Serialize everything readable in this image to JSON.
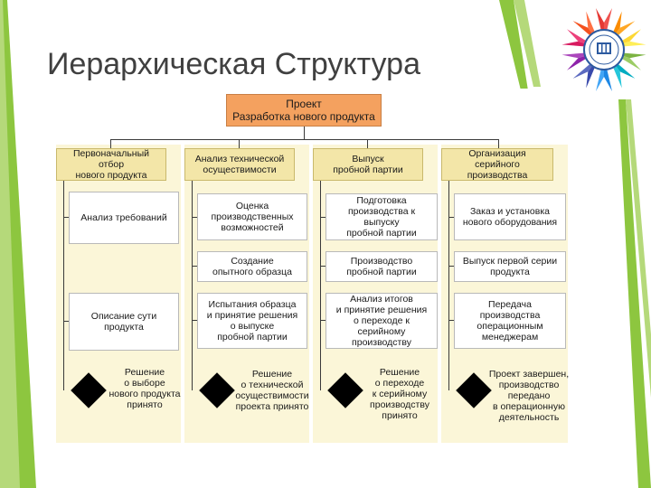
{
  "slide": {
    "title": "Иерархическая Структура"
  },
  "colors": {
    "accent_green": "#8dc63f",
    "root_fill": "#f4a15f",
    "header_fill": "#f3e6a8"
  },
  "logo": {
    "icon": "rainbow-flower-logo"
  },
  "diagram": {
    "root": "Проект\nРазработка нового продукта",
    "columns": [
      {
        "header": "Первоначальный отбор\nнового продукта",
        "items": [
          "Анализ требований",
          "Описание сути\nпродукта"
        ],
        "decision": "Решение\nо выборе\nнового продукта\nпринято"
      },
      {
        "header": "Анализ технической\nосуществимости",
        "items": [
          "Оценка\nпроизводственных\nвозможностей",
          "Создание\nопытного образца",
          "Испытания образца\nи принятие решения\nо выпуске\nпробной партии"
        ],
        "decision": "Решение\nо технической\nосуществимости\nпроекта принято"
      },
      {
        "header": "Выпуск\nпробной партии",
        "items": [
          "Подготовка\nпроизводства к выпуску\nпробной партии",
          "Производство\nпробной партии",
          "Анализ итогов\nи принятие решения\nо переходе к серийному\nпроизводству"
        ],
        "decision": "Решение\nо переходе\nк серийному\nпроизводству\nпринято"
      },
      {
        "header": "Организация серийного\nпроизводства",
        "items": [
          "Заказ и установка\nнового оборудования",
          "Выпуск первой серии\nпродукта",
          "Передача производства\nоперационным\nменеджерам"
        ],
        "decision": "Проект завершен,\nпроизводство\nпередано\nв операционную\nдеятельность"
      }
    ]
  }
}
